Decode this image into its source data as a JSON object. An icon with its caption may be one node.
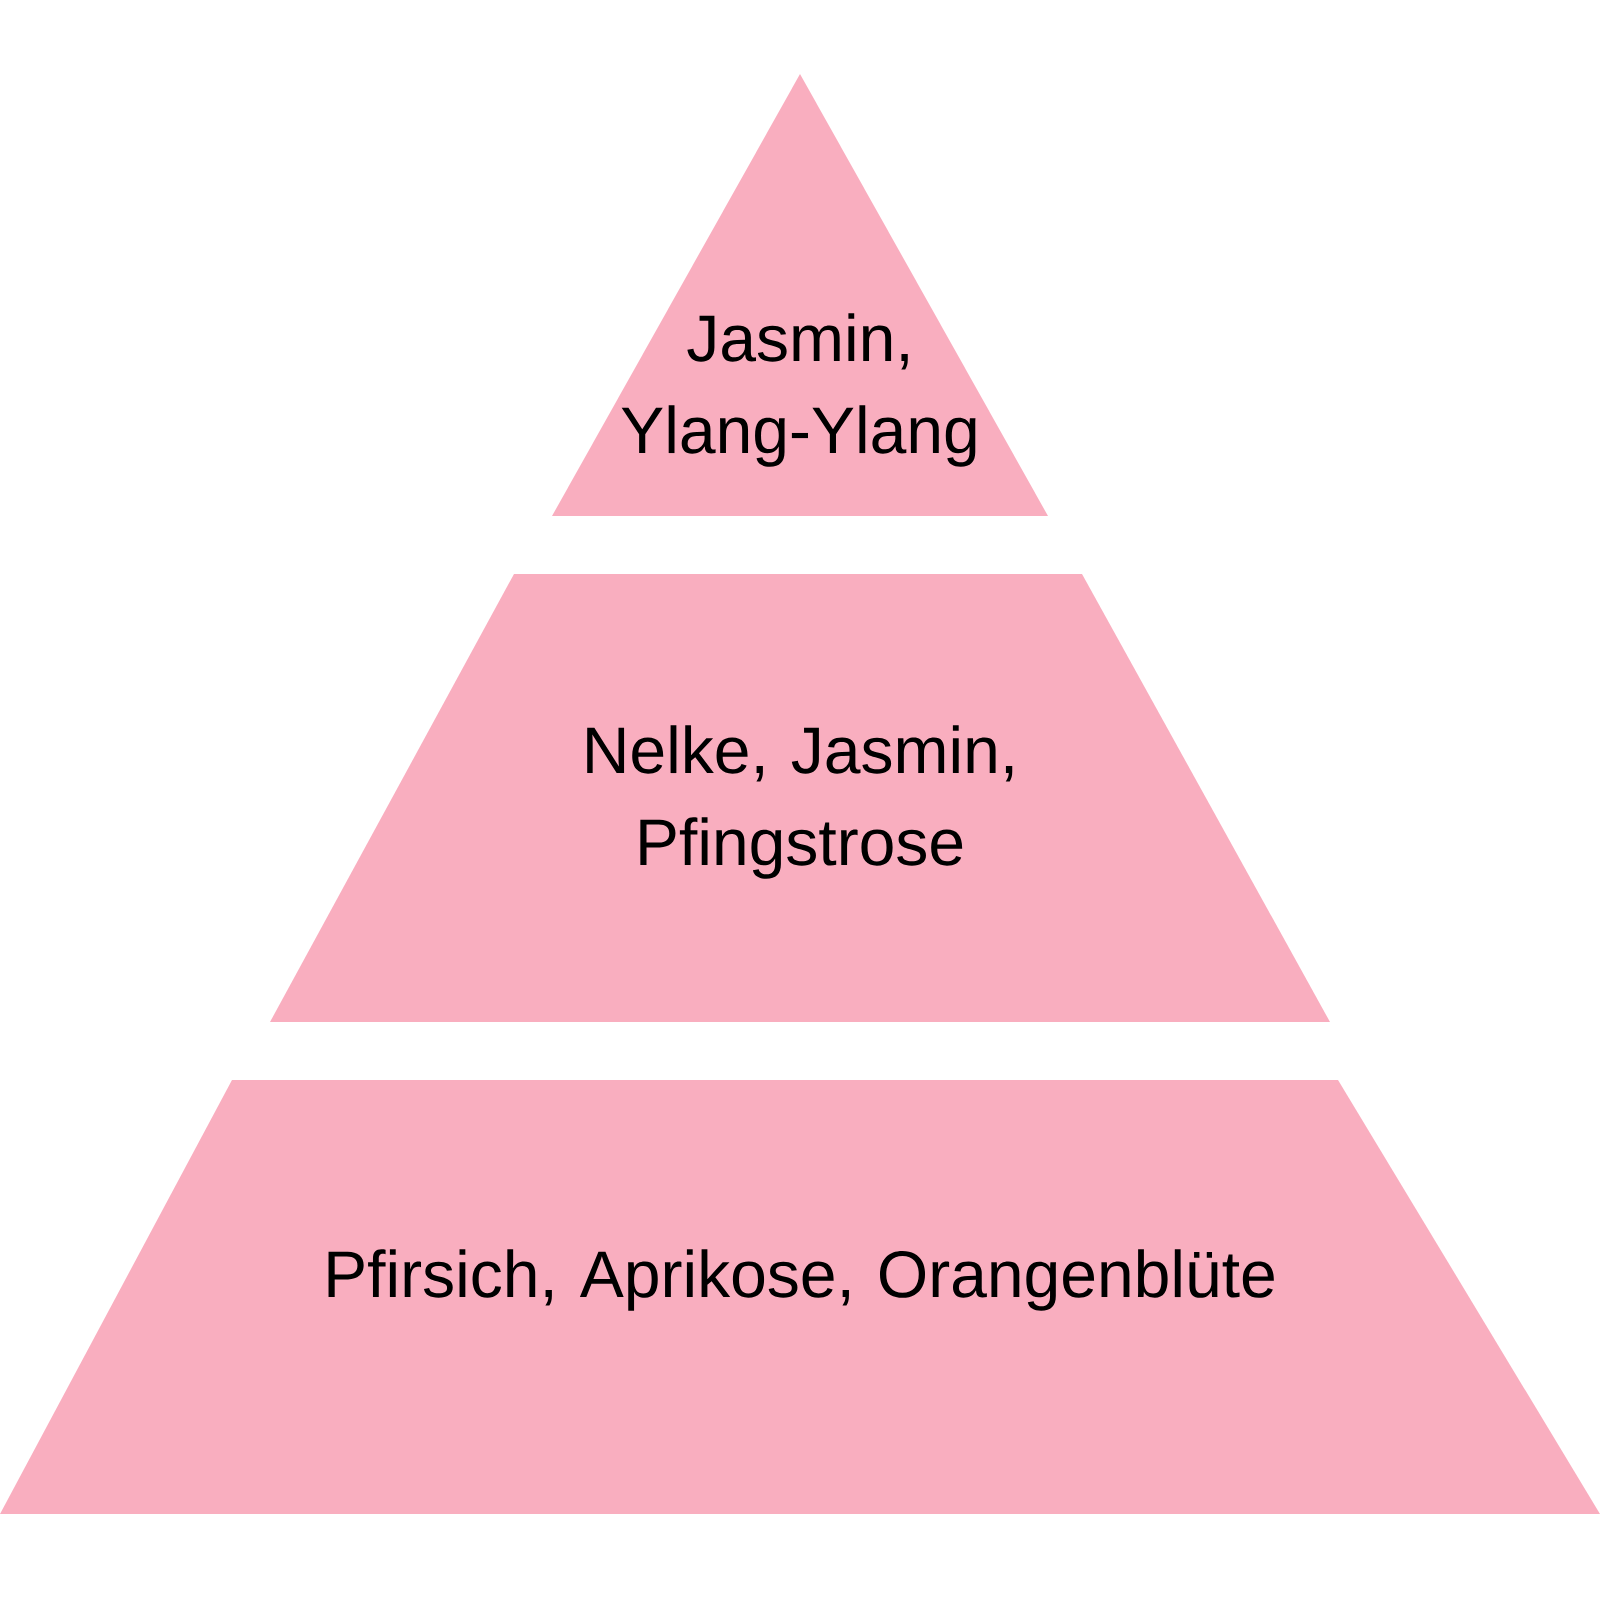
{
  "diagram": {
    "nodes": [
      {
        "text": [
          "Jasmin, Ylang-Ylang"
        ]
      },
      {
        "text": [
          "Nelke, Jasmin, Pfingstrose"
        ]
      },
      {
        "text": [
          "Pfirsich, Aprikose, Orangenblüte"
        ]
      }
    ]
  }
}
